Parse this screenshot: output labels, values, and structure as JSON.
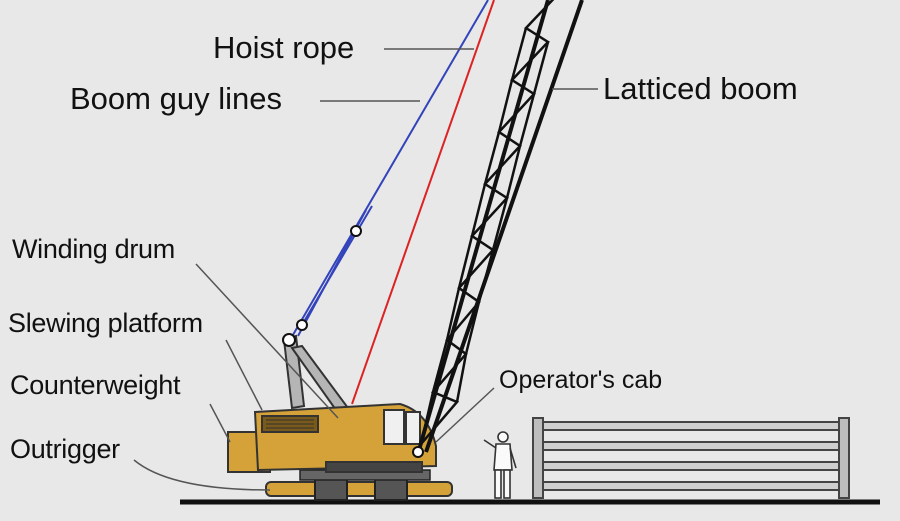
{
  "diagram": {
    "labels": {
      "hoist_rope": "Hoist rope",
      "boom_guy_lines": "Boom guy lines",
      "latticed_boom": "Latticed boom",
      "winding_drum": "Winding drum",
      "slewing_platform": "Slewing platform",
      "counterweight": "Counterweight",
      "outrigger": "Outrigger",
      "operators_cab": "Operator's cab"
    },
    "colors": {
      "background": "#e8e8e8",
      "crane_body": "#d4a239",
      "boom": "#111111",
      "hoist_rope": "#dd2222",
      "guy_lines": "#3344bb",
      "tracks": "#555555",
      "leader_lines": "#555555"
    }
  }
}
